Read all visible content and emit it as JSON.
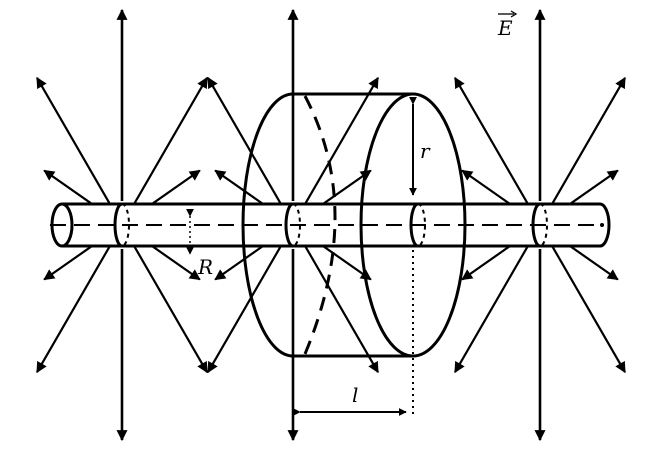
{
  "labels": {
    "field": "E",
    "wire_radius": "R",
    "gauss_radius": "r",
    "gauss_length": "l"
  },
  "colors": {
    "stroke": "#000000",
    "background": "#ffffff"
  }
}
